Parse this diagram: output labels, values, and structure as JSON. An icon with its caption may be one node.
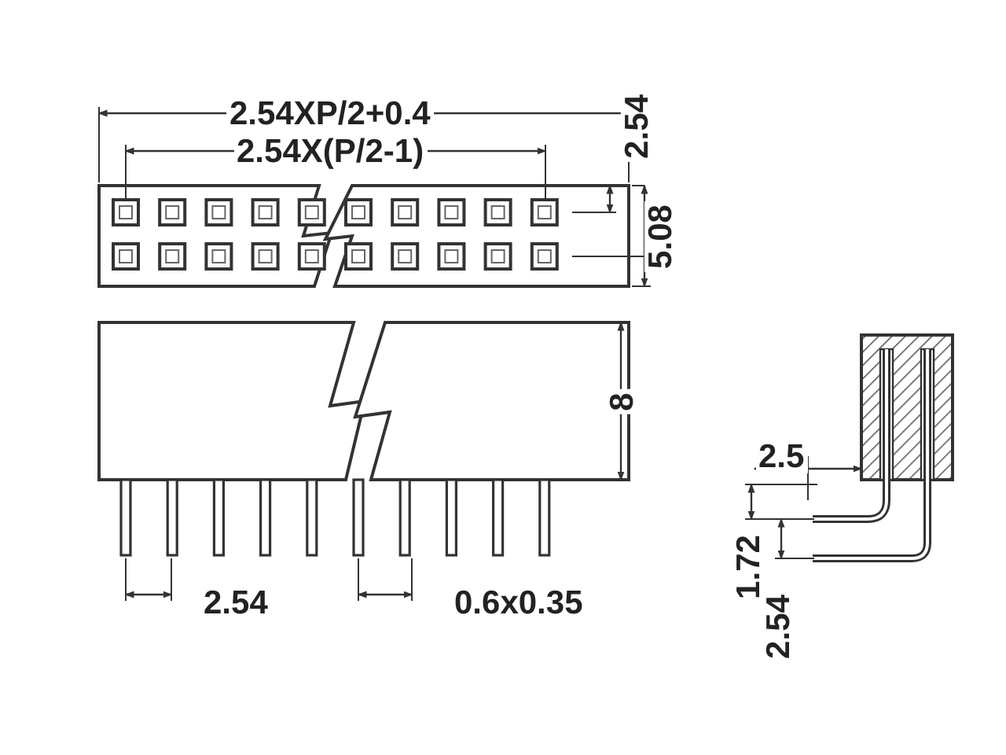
{
  "diagram": {
    "labels": [
      "2.54XP/2+0.4",
      "2.54X(P/2-1)",
      "2.54",
      "5.08",
      "8",
      "2.54",
      "0.6x0.35",
      "2.5",
      "1.72",
      "2.54"
    ]
  }
}
